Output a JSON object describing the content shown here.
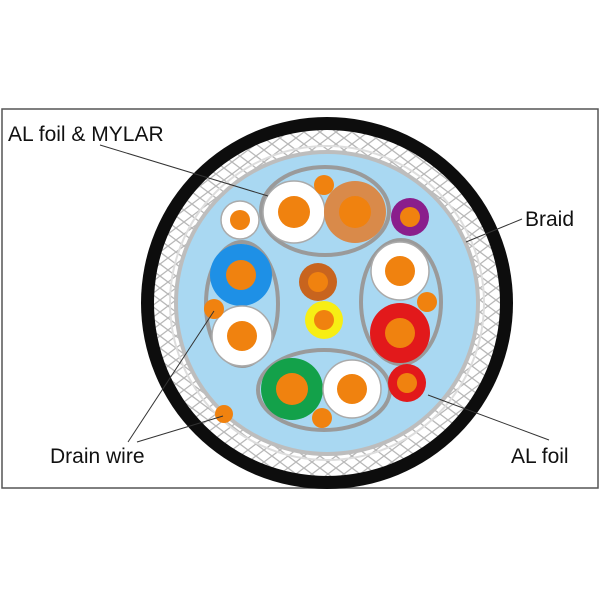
{
  "labels": {
    "al_foil_mylar": "AL foil & MYLAR",
    "braid": "Braid",
    "drain_wire": "Drain wire",
    "al_foil": "AL foil"
  },
  "colors": {
    "jacket": "#0d0d0d",
    "braid_background": "#ffffff",
    "braid_mesh": "#b8b8b8",
    "core_fill": "#a9d8f2",
    "pair_foil": "#9a9a9a",
    "copper": "#f0820f",
    "insulation_white": "#ffffff",
    "insulation_tan": "#d98a4a",
    "insulation_blue": "#1e90e6",
    "insulation_green": "#13a14a",
    "insulation_red": "#e2191b",
    "insulation_purple": "#8a1e8c",
    "insulation_yellow": "#f7ee14",
    "center_brown": "#c8641e",
    "frame": "#555555"
  }
}
